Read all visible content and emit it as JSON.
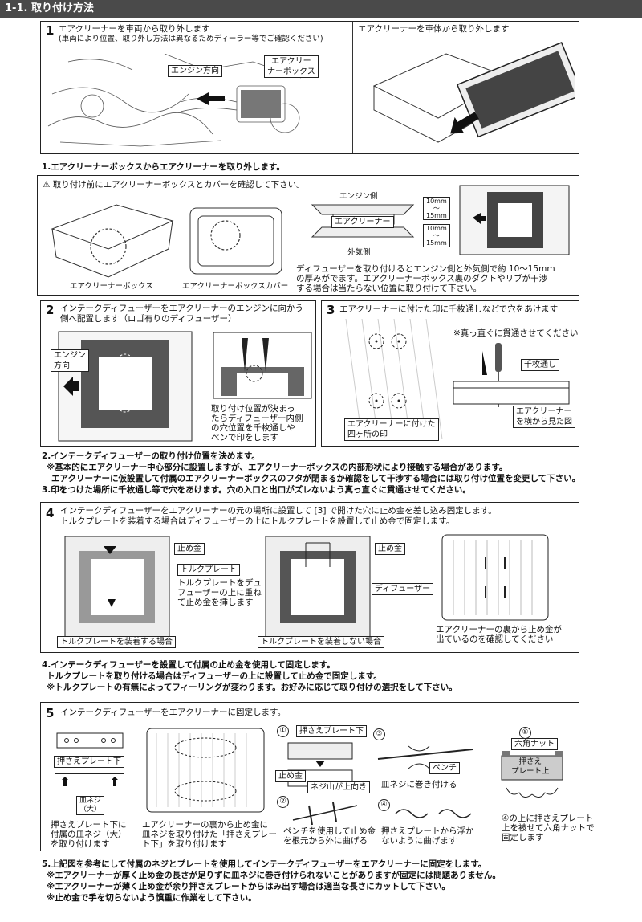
{
  "header": {
    "title": "1-1. 取り付け方法"
  },
  "step1": {
    "num": "1",
    "title": "エアクリーナーを車両から取り外します",
    "note": "(車両により位置、取り外し方法は異なるためディーラー等でご確認ください)",
    "label_engine_dir": "エンジン方向",
    "label_box_1": "エアクリー",
    "label_box_2": "ナーボックス",
    "right_caption": "エアクリーナーを車体から取り外します"
  },
  "instruction1": "1.エアクリーナーボックスからエアクリーナーを取り外します。",
  "caution": {
    "title": "取り付け前にエアクリーナーボックスとカバーを確認して下さい。",
    "cap_box": "エアクリーナーボックス",
    "cap_cover": "エアクリーナーボックスカバー",
    "engine_side": "エンジン側",
    "aircleaner": "エアクリーナー",
    "outside": "外気側",
    "dim_top": [
      "10mm",
      "～",
      "15mm"
    ],
    "dim_bottom": [
      "10mm",
      "～",
      "15mm"
    ],
    "desc": [
      "ディフューザーを取り付けるとエンジン側と外気側で約 10～15mm",
      "の厚みがでます。エアクリーナーボックス裏のダクトやリブが干渉",
      "する場合は当たらない位置に取り付けて下さい。"
    ]
  },
  "step2": {
    "num": "2",
    "title": [
      "インテークディフューザーをエアクリーナーのエンジンに向かう",
      "側へ配置します（ロゴ有りのディフューザー）"
    ],
    "label_engine": [
      "エンジン",
      "方向"
    ],
    "caption": [
      "取り付け位置が決まっ",
      "たらディフューザー内側",
      "の穴位置を千枚通しや",
      "ペンで印をします"
    ]
  },
  "step3": {
    "num": "3",
    "title": "エアクリーナーに付けた印に千枚通しなどで穴をあけます",
    "note": "※真っ直ぐに貫通させてください",
    "label_awl": "千枚通し",
    "label_marks": [
      "エアクリーナーに付けた",
      "四ヶ所の印"
    ],
    "label_side": [
      "エアクリーナー",
      "を横から見た図"
    ]
  },
  "instruction2": [
    "2.インテークディフューザーの取り付け位置を決めます。",
    "※基本的にエアクリーナー中心部分に設置しますが、エアクリーナーボックスの内部形状により接触する場合があります。",
    "エアクリーナーに仮設置して付属のエアクリーナーボックスのフタが閉まるか確認をして干渉する場合には取り付け位置を変更して下さい。",
    "3.印をつけた場所に千枚通し等で穴をあけます。穴の入口と出口がズレないよう真っ直ぐに貫通させてください。"
  ],
  "step4": {
    "num": "4",
    "title": [
      "インテークディフューザーをエアクリーナーの元の場所に設置して [3] で開けた穴に止め金を差し込み固定します。",
      "トルクプレートを装着する場合はディフューザーの上にトルクプレートを設置して止め金で固定します。"
    ],
    "label_clip": "止め金",
    "label_torque": "トルクプレート",
    "torque_desc": [
      "トルクプレートをデュ",
      "フューザーの上に重ね",
      "て止め金を挿します"
    ],
    "cap_with": "トルクプレートを装着する場合",
    "label_clip2": "止め金",
    "label_diffuser": "ディフューザー",
    "cap_without": "トルクプレートを装着しない場合",
    "check": [
      "エアクリーナーの裏から止め金が",
      "出ているのを確認してください"
    ]
  },
  "instruction4": [
    "4.インテークディフューザーを設置して付属の止め金を使用して固定します。",
    "トルクプレートを取り付ける場合はディフューザーの上に設置して止め金で固定します。",
    "※トルクプレートの有無によってフィーリングが変わります。お好みに応じて取り付けの選択をして下さい。"
  ],
  "step5": {
    "num": "5",
    "title": "インテークディフューザーをエアクリーナーに固定します。",
    "label_plate": "押さえプレート下",
    "label_screw": [
      "皿ネジ",
      "（大）"
    ],
    "cap_plate": [
      "押さえプレート下に",
      "付属の皿ネジ（大）",
      "を取り付けます"
    ],
    "cap_filter": [
      "エアクリーナーの裏から止め金に",
      "皿ネジを取り付けた「押さえプレー",
      "ト下」を取り付けます"
    ],
    "c1": "①",
    "c1_plate": "押さえプレート下",
    "c1_clip": "止め金",
    "c1_screw": "ネジ山が上向き",
    "c2": "②",
    "c2_cap": [
      "ペンチを使用して止め金",
      "を根元から外に曲げる"
    ],
    "c3": "③",
    "c3_pliers": "ペンチ",
    "c3_cap": "皿ネジに巻き付ける",
    "c4": "④",
    "c4_cap": [
      "押さえプレートから浮か",
      "ないように曲げます"
    ],
    "c5": "⑤",
    "c5_nut": "六角ナット",
    "c5_plate": [
      "押さえ",
      "プレート上"
    ],
    "c5_cap": [
      "④の上に押さえプレート",
      "上を被せて六角ナットで",
      "固定します"
    ]
  },
  "instruction5": [
    "5.上記図を参考にして付属のネジとプレートを使用してインテークディフューザーをエアクリーナーに固定をします。",
    "※エアクリーナーが厚く止め金の長さが足りずに皿ネジに巻き付けられないことがありますが固定には問題ありません。",
    "※エアクリーナーが薄く止め金が余り押さえプレートからはみ出す場合は適当な長さにカットして下さい。",
    "※止め金で手を切らないよう慎重に作業をして下さい。"
  ]
}
